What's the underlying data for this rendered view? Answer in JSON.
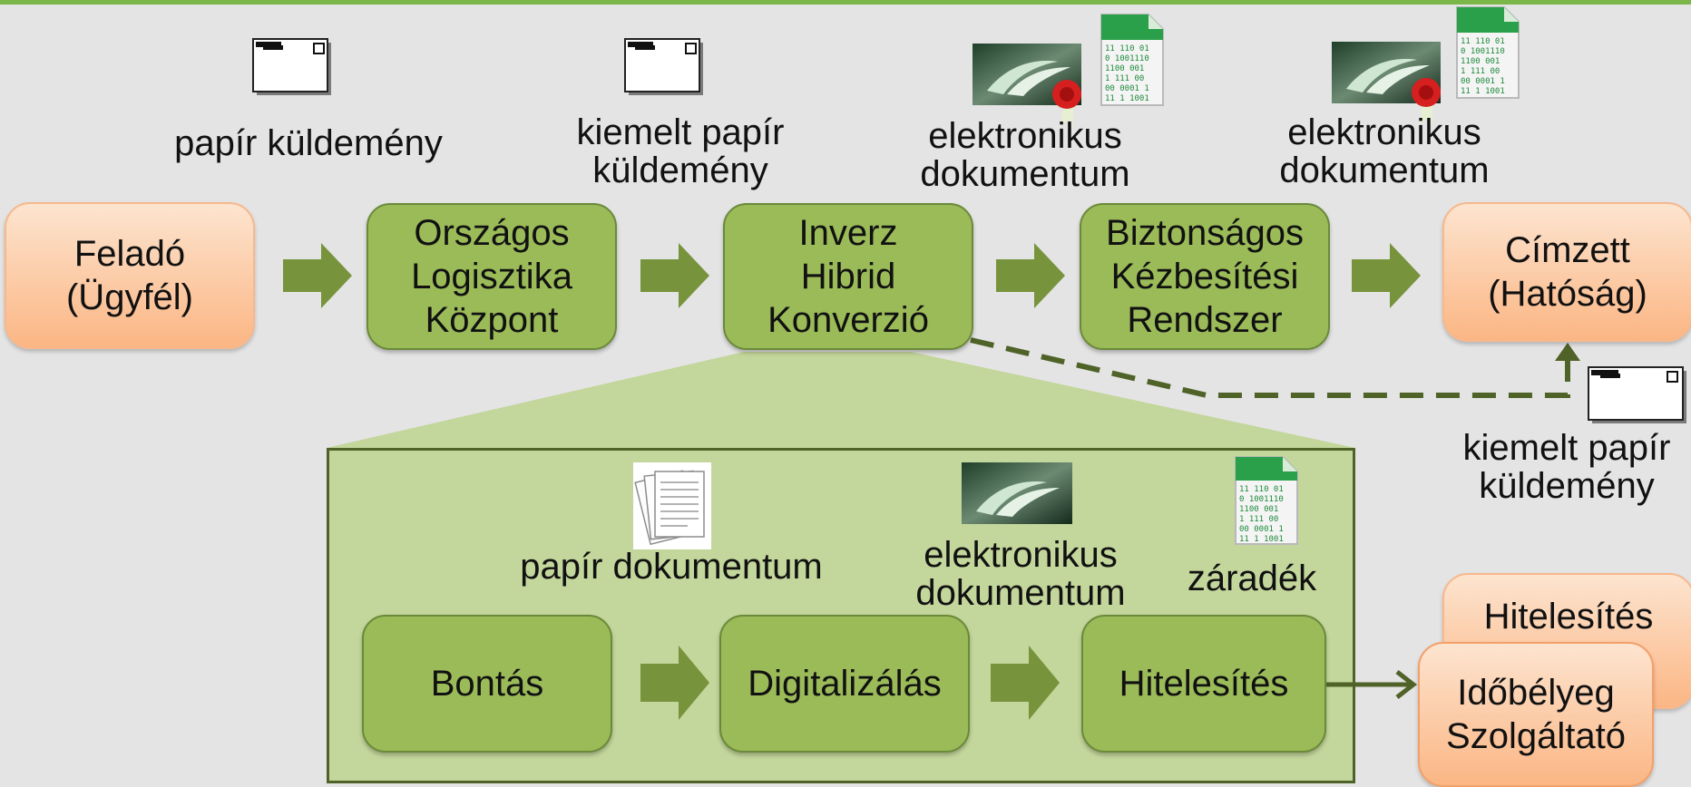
{
  "process": {
    "sender": {
      "line1": "Feladó",
      "line2": "(Ügyfél)"
    },
    "logistics": {
      "line1": "Országos",
      "line2": "Logisztika",
      "line3": "Központ"
    },
    "conversion": {
      "line1": "Inverz",
      "line2": "Hibrid",
      "line3": "Konverzió"
    },
    "delivery": {
      "line1": "Biztonságos",
      "line2": "Kézbesítési",
      "line3": "Rendszer"
    },
    "recipient": {
      "line1": "Címzett",
      "line2": "(Hatóság)"
    }
  },
  "captions": {
    "paper_mail": "papír küldemény",
    "priority_mail_1": {
      "line1": "kiemelt papír",
      "line2": "küldemény"
    },
    "edoc_1": {
      "line1": "elektronikus",
      "line2": "dokumentum"
    },
    "edoc_2": {
      "line1": "elektronikus",
      "line2": "dokumentum"
    },
    "priority_mail_2": {
      "line1": "kiemelt papír",
      "line2": "küldemény"
    }
  },
  "detail": {
    "paper_doc_caption": "papír dokumentum",
    "edoc_caption": {
      "line1": "elektronikus",
      "line2": "dokumentum"
    },
    "clause_caption": "záradék",
    "opening": "Bontás",
    "digitization": "Digitalizálás",
    "authentication": "Hitelesítés"
  },
  "services": {
    "auth_service": "Hitelesítés",
    "timestamp": {
      "line1": "Időbélyeg",
      "line2": "Szolgáltató"
    }
  },
  "binary_doc_lines": [
    "11 110 01",
    "0 1001110",
    "1100 001",
    " 1 111 00",
    "00 0001 1",
    "11 1 1001"
  ],
  "icons": {
    "envelope": "envelope-icon",
    "certificate": "e-signature-certificate-icon",
    "binary_document": "binary-document-icon",
    "paper_stack": "paper-stack-icon",
    "e_logo": "e-document-logo-icon"
  },
  "colors": {
    "background": "#e4e4e4",
    "top_line": "#7ab648",
    "box_green": "#9bbb59",
    "box_green_border": "#6a8a3a",
    "arrow_green": "#77933c",
    "panel_green": "#c3d69b",
    "panel_border": "#4f6228",
    "orange_top": "#fde4cf",
    "orange_bottom": "#fbb684"
  }
}
